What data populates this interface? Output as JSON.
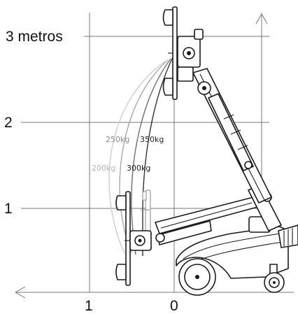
{
  "y_axis": {
    "labels": [
      "3 metros",
      "2",
      "1"
    ]
  },
  "x_axis": {
    "labels": [
      "1",
      "0"
    ]
  },
  "load_capacities": [
    "250kg",
    "350kg",
    "200kg",
    "300kg"
  ],
  "colors": {
    "ink": "#1a1a1a",
    "grid": "#777777",
    "arc_light": "#c8c8c8",
    "arc_mid": "#a0a0a0",
    "arc_dark": "#505050"
  }
}
